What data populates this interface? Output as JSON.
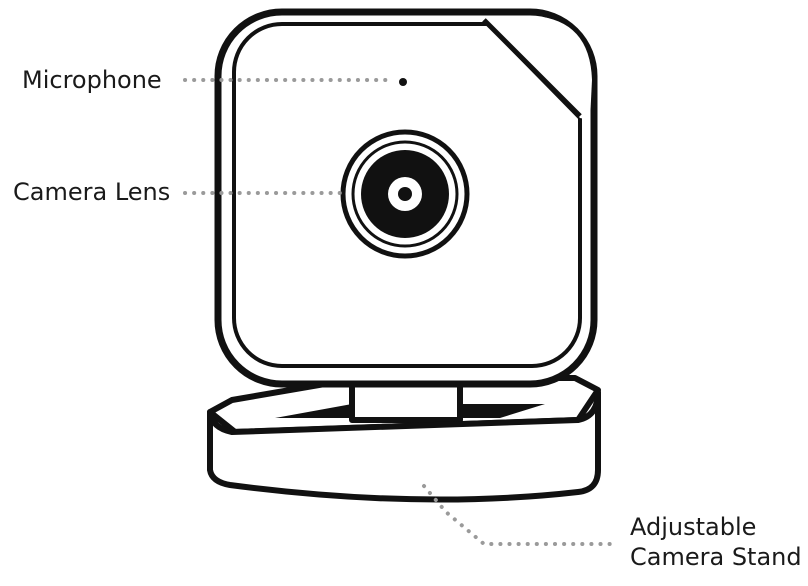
{
  "labels": {
    "microphone": "Microphone",
    "camera_lens": "Camera Lens",
    "stand_line1": "Adjustable",
    "stand_line2": "Camera Stand"
  },
  "colors": {
    "stroke": "#111111",
    "fill": "#ffffff",
    "leader": "#9a9a9a",
    "text": "#1a1a1a"
  }
}
